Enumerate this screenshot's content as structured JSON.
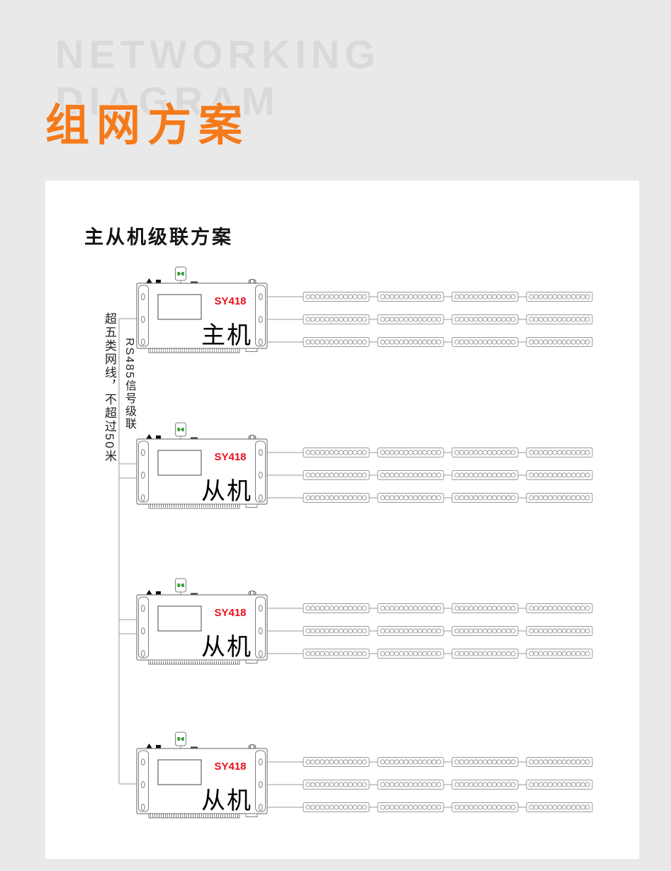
{
  "header": {
    "watermark_line1": "NETWORKING",
    "watermark_line2": "DIAGRAM",
    "title": "组网方案"
  },
  "panel": {
    "heading": "主从机级联方案",
    "cable_label_left": "超五类网线，不超过50米",
    "cable_label_right": "RS485信号级联",
    "devices": [
      {
        "model": "SY418",
        "role": "主机"
      },
      {
        "model": "SY418",
        "role": "从机"
      },
      {
        "model": "SY418",
        "role": "从机"
      },
      {
        "model": "SY418",
        "role": "从机"
      }
    ],
    "rows_per_device": 3,
    "strips_per_row": 4,
    "leds_per_strip": 13
  },
  "colors": {
    "page_background": "#e9e9e9",
    "watermark": "#d9d9d9",
    "title_orange": "#f57a1b",
    "model_red": "#e8121d",
    "plug_green": "#2f9e2b",
    "line_gray": "#9a9a9a",
    "device_stroke": "#7f7f7f"
  }
}
